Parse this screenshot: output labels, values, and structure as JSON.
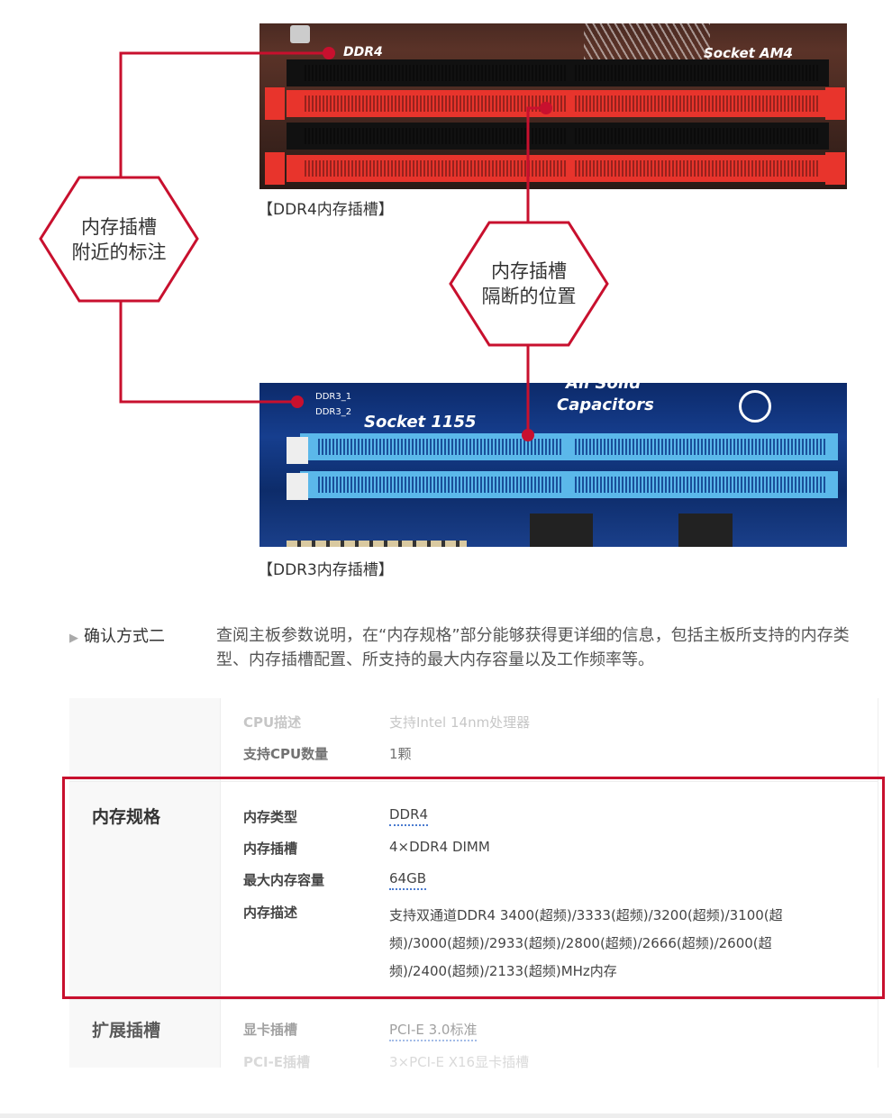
{
  "images": {
    "ddr4": {
      "label_ddr4": "DDR4",
      "label_socket": "Socket AM4",
      "caption": "【DDR4内存插槽】"
    },
    "ddr3": {
      "label_slot1": "DDR3_1",
      "label_slot2": "DDR3_2",
      "label_socket": "Socket 1155",
      "label_caps_top": "All Solid",
      "label_caps": "Capacitors",
      "caption": "【DDR3内存插槽】"
    }
  },
  "callouts": [
    {
      "line1": "内存插槽",
      "line2": "附近的标注"
    },
    {
      "line1": "内存插槽",
      "line2": "隔断的位置"
    }
  ],
  "method": {
    "label": "确认方式二",
    "text": "查阅主板参数说明，在“内存规格”部分能够获得更详细的信息，包括主板所支持的内存类型、内存插槽配置、所支持的最大内存容量以及工作频率等。"
  },
  "colors": {
    "accent": "#c8102e"
  },
  "spec": {
    "cpu_rows": [
      {
        "label": "CPU描述",
        "value": "支持Intel 14nm处理器"
      },
      {
        "label": "支持CPU数量",
        "value": "1颗"
      }
    ],
    "memory": {
      "group": "内存规格",
      "rows": [
        {
          "label": "内存类型",
          "value": "DDR4"
        },
        {
          "label": "内存插槽",
          "value": "4×DDR4 DIMM"
        },
        {
          "label": "最大内存容量",
          "value": "64GB"
        },
        {
          "label": "内存描述",
          "value": "支持双通道DDR4 3400(超频)/3333(超频)/3200(超频)/3100(超频)/3000(超频)/2933(超频)/2800(超频)/2666(超频)/2600(超频)/2400(超频)/2133(超频)MHz内存"
        }
      ]
    },
    "expansion": {
      "group": "扩展插槽",
      "rows": [
        {
          "label": "显卡插槽",
          "value": "PCI-E 3.0标准"
        },
        {
          "label": "PCI-E插槽",
          "value": "3×PCI-E X16显卡插槽"
        }
      ]
    }
  }
}
